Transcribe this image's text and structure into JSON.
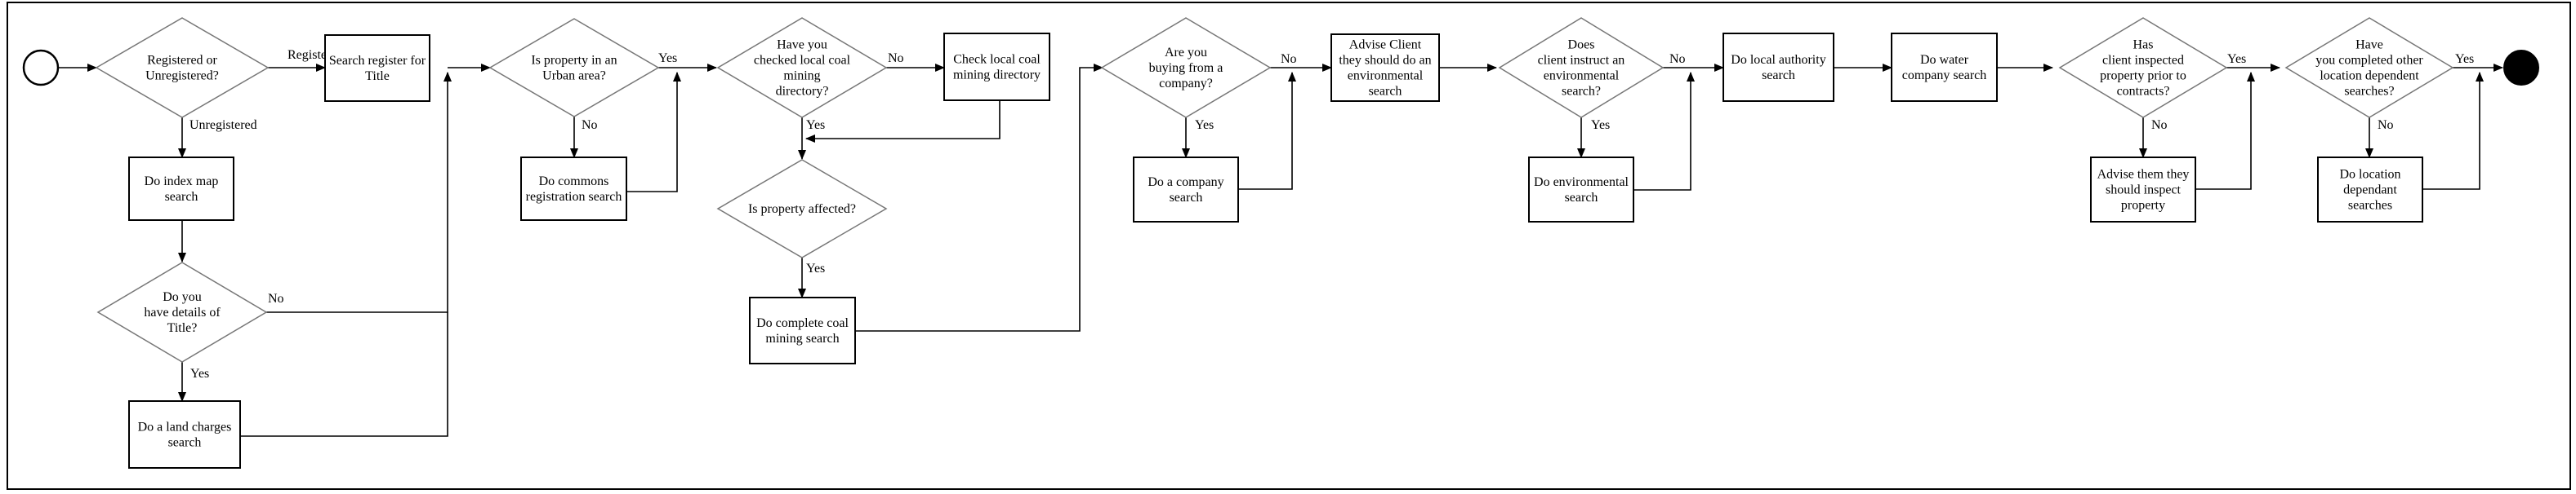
{
  "nodes": {
    "start": "",
    "d_registered": [
      "Registered or",
      "Unregistered?"
    ],
    "p_search_register": [
      "Search register for",
      "Title"
    ],
    "p_index_map": [
      "Do index map",
      "search"
    ],
    "d_details": [
      "Do you",
      "have details of",
      "Title?"
    ],
    "p_land_charges": [
      "Do a land charges",
      "search"
    ],
    "d_urban": [
      "Is property in an",
      "Urban area?"
    ],
    "p_commons": [
      "Do commons",
      "registration search"
    ],
    "d_coal_dir_checked": [
      "Have you",
      "checked local coal",
      "mining",
      "directory?"
    ],
    "p_check_coal_dir": [
      "Check local coal",
      "mining directory"
    ],
    "d_affected": [
      "Is property affected?"
    ],
    "p_coal_search": [
      "Do complete coal",
      "mining search"
    ],
    "d_company": [
      "Are you",
      "buying from a",
      "company?"
    ],
    "p_company_search": [
      "Do a company",
      "search"
    ],
    "p_advise_env": [
      "Advise Client",
      "they should do an",
      "environmental",
      "search"
    ],
    "d_env_instruct": [
      "Does",
      "client instruct an",
      "environmental",
      "search?"
    ],
    "p_env_search": [
      "Do environmental",
      "search"
    ],
    "p_local_authority": [
      "Do local authority",
      "search"
    ],
    "p_water": [
      "Do water",
      "company search"
    ],
    "d_inspected": [
      "Has",
      "client inspected",
      "property prior to",
      "contracts?"
    ],
    "p_advise_inspect": [
      "Advise them they",
      "should inspect",
      "property"
    ],
    "d_location": [
      "Have",
      "you completed other",
      "location dependent",
      "searches?"
    ],
    "p_location_search": [
      "Do location",
      "dependant",
      "searches"
    ],
    "end": ""
  },
  "edge_labels": {
    "registered": "Registered",
    "unregistered": "Unregistered",
    "details_no": "No",
    "details_yes": "Yes",
    "urban_yes": "Yes",
    "urban_no": "No",
    "coal_dir_no": "No",
    "coal_dir_yes": "Yes",
    "affected_yes": "Yes",
    "company_no": "No",
    "company_yes": "Yes",
    "env_no": "No",
    "env_yes": "Yes",
    "inspected_yes": "Yes",
    "inspected_no": "No",
    "location_yes": "Yes",
    "location_no": "No"
  }
}
